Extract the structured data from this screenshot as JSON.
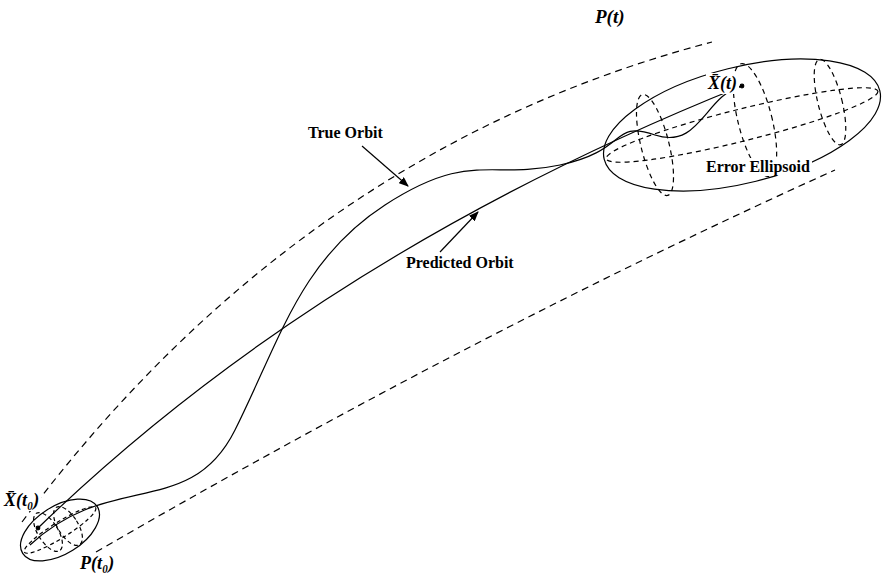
{
  "diagram": {
    "labels": [
      "P(t)",
      "X̄(t)",
      "True Orbit",
      "Error Ellipsoid",
      "Predicted Orbit",
      "X̄(t₀)",
      "P(t₀)"
    ]
  }
}
